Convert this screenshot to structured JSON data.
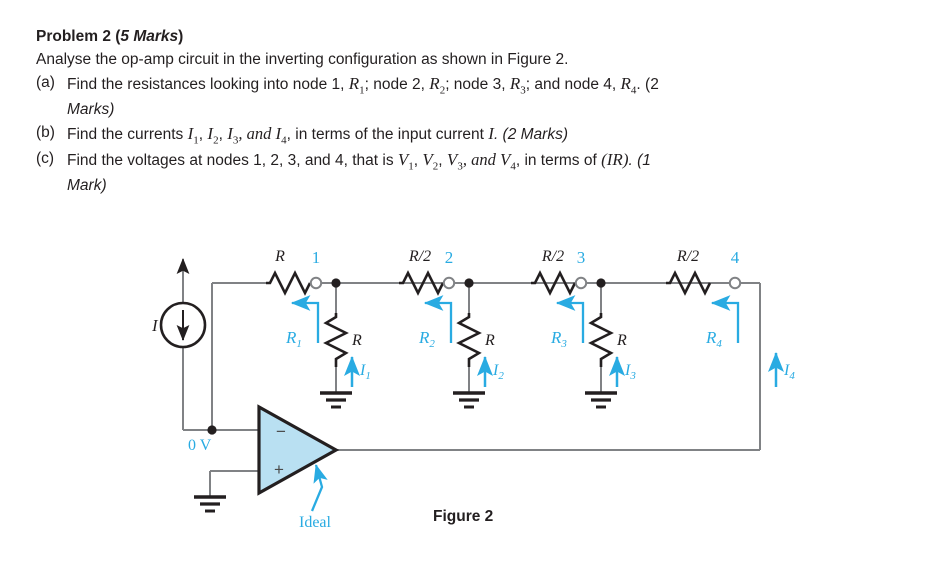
{
  "problem": {
    "title_plain": "Problem 2 (",
    "title_italic": "5 Marks",
    "title_close": ")",
    "intro": "Analyse the op-amp circuit in the inverting configuration as shown in Figure 2.",
    "items": [
      {
        "marker": "(a)",
        "text_pre": "Find the resistances looking into node 1, ",
        "v1": "R",
        "s1": "1",
        "t1": "; node 2, ",
        "v2": "R",
        "s2": "2",
        "t2": "; node 3, ",
        "v3": "R",
        "s3": "3",
        "t3": "; and node 4, ",
        "v4": "R",
        "s4": "4",
        "t4": ". (2",
        "cont": "Marks)"
      },
      {
        "marker": "(b)",
        "text_pre": "Find the currents ",
        "v1": "I",
        "s1": "1",
        "t1": ", ",
        "v2": "I",
        "s2": "2",
        "t2": ", ",
        "v3": "I",
        "s3": "3",
        "t3": ", and ",
        "v4": "I",
        "s4": "4",
        "t4": ", in terms of the input current ",
        "vI": "I",
        "t5": ". (2 Marks)",
        "cont": ""
      },
      {
        "marker": "(c)",
        "text_pre": "Find the voltages at nodes 1, 2, 3, and 4, that is ",
        "v1": "V",
        "s1": "1",
        "t1": ", ",
        "v2": "V",
        "s2": "2",
        "t2": ", ",
        "v3": "V",
        "s3": "3",
        "t3": ", and ",
        "v4": "V",
        "s4": "4",
        "t4": ", in terms of ",
        "vIR": "(IR)",
        "t5": ". (1",
        "cont": "Mark)"
      }
    ]
  },
  "figure": {
    "caption": "Figure 2",
    "source_label": "I",
    "zero_volt_label": "0 V",
    "ideal_label": "Ideal",
    "opamp_minus": "−",
    "opamp_plus": "+",
    "series_resistors": [
      {
        "label": "R"
      },
      {
        "label": "R/2"
      },
      {
        "label": "R/2"
      },
      {
        "label": "R/2"
      }
    ],
    "nodes": [
      {
        "number": "1",
        "shunt_resistor": "R",
        "r_label": "R",
        "r_sub": "1",
        "i_label": "I",
        "i_sub": "1"
      },
      {
        "number": "2",
        "shunt_resistor": "R",
        "r_label": "R",
        "r_sub": "2",
        "i_label": "I",
        "i_sub": "2"
      },
      {
        "number": "3",
        "shunt_resistor": "R",
        "r_label": "R",
        "r_sub": "3",
        "i_label": "I",
        "i_sub": "3"
      },
      {
        "number": "4",
        "shunt_resistor": "",
        "r_label": "R",
        "r_sub": "4",
        "i_label": "I",
        "i_sub": "4"
      }
    ],
    "colors": {
      "accent": "#29ABE2",
      "wire": "#808285",
      "ink": "#231f20",
      "opamp_fill": "#B9E0F2"
    }
  }
}
